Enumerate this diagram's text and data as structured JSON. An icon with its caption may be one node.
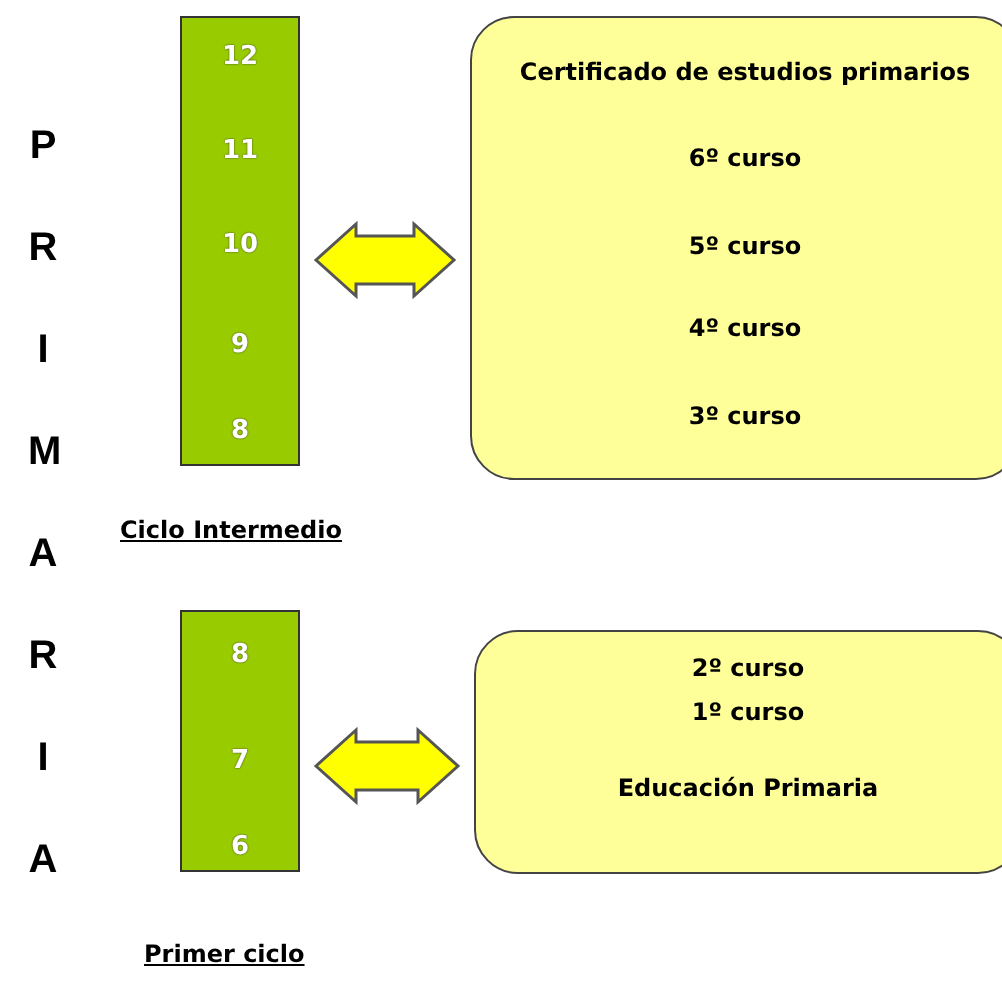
{
  "diagram": {
    "nodes": [
      {
        "text": [
          "12",
          "11",
          "10",
          "9",
          "8"
        ],
        "beside": [
          "Ciclo Intermedio"
        ]
      },
      {
        "text": [
          "Certificado de estudios primarios",
          "6º curso",
          "5º curso",
          "4º curso",
          "3º curso"
        ]
      },
      {
        "text": [
          "8",
          "7",
          "6"
        ],
        "beside": [
          "Primer ciclo"
        ]
      },
      {
        "text": [
          "2º curso",
          "1º curso",
          "Educación Primaria"
        ]
      }
    ],
    "edges": [
      {
        "from": 0,
        "to": 1,
        "arrow": "both"
      },
      {
        "from": 2,
        "to": 3,
        "arrow": "both"
      }
    ],
    "labels": [
      "PRIMARIA"
    ]
  }
}
